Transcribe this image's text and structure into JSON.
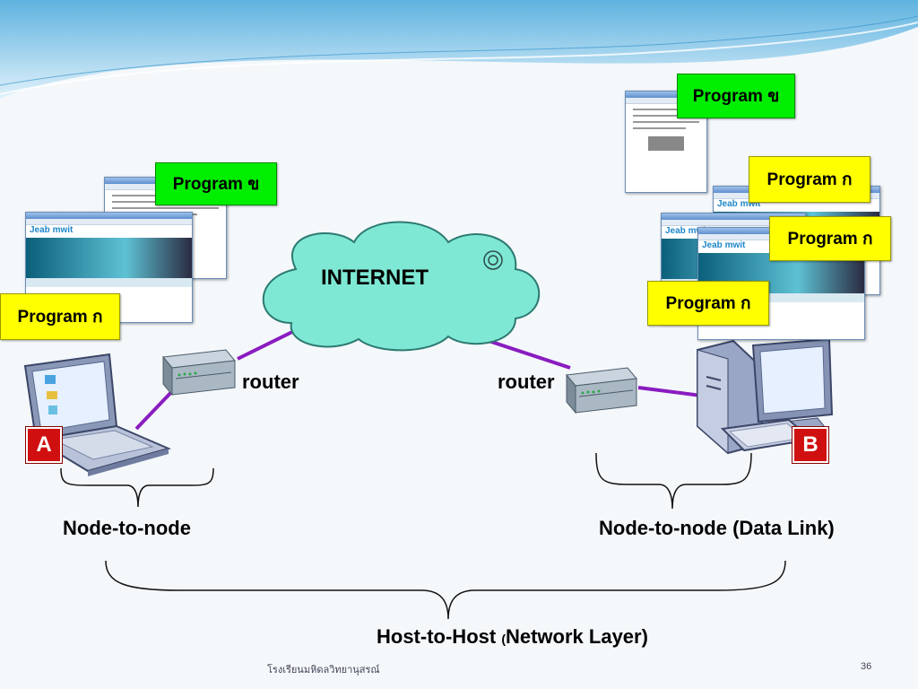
{
  "cloud": {
    "label": "INTERNET"
  },
  "routers": {
    "left": "router",
    "right": "router"
  },
  "hosts": {
    "a": "A",
    "b": "B"
  },
  "programs": {
    "left_top": "Program ข",
    "left_bottom": "Program ก",
    "right_top": "Program ข",
    "right_mid1": "Program ก",
    "right_mid2": "Program ก",
    "right_bottom": "Program ก"
  },
  "layers": {
    "left_node": "Node-to-node",
    "right_node": "Node-to-node (Data Link)",
    "host_to_host_prefix": "Host-to-Host ",
    "host_to_host_paren": "(",
    "host_to_host_suffix": "Network Layer)"
  },
  "footer": {
    "school": "โรงเรียนมหิดลวิทยานุสรณ์",
    "page": "36"
  },
  "colors": {
    "link": "#8a1cc0",
    "cloud": "#7ee8d4",
    "badge": "#d01010",
    "green_tag": "#00ee00",
    "yellow_tag": "#ffff00"
  }
}
